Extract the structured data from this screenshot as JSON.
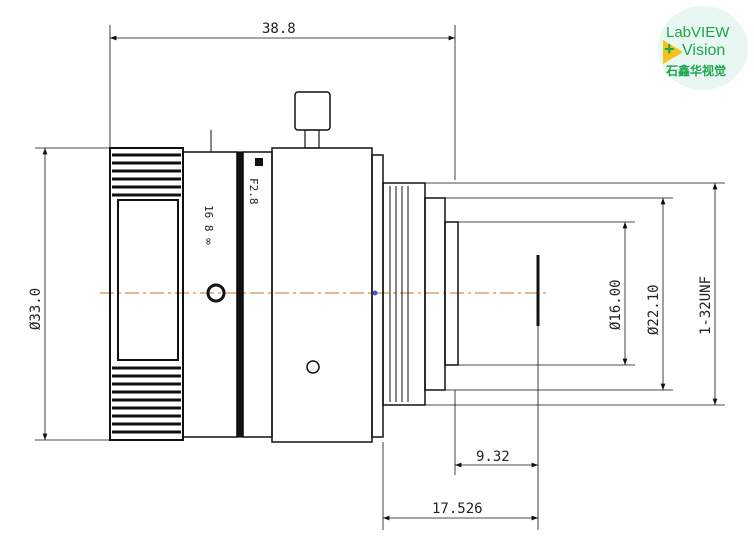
{
  "dimensions": {
    "overall_length": "38.8",
    "outer_diameter": "Ø33.0",
    "rear_diameter_1": "Ø16.00",
    "rear_diameter_2": "Ø22.10",
    "mount_thread": "1-32UNF",
    "flange_to_sensor": "9.32",
    "mount_to_sensor": "17.526"
  },
  "lens_markings": {
    "focus_scale": "16 8 ∞",
    "aperture": "F2.8"
  },
  "logo": {
    "line1": "LabVIEW",
    "line2": "Vision",
    "line3": "石鑫华视觉",
    "accent": "#1aa64a"
  }
}
